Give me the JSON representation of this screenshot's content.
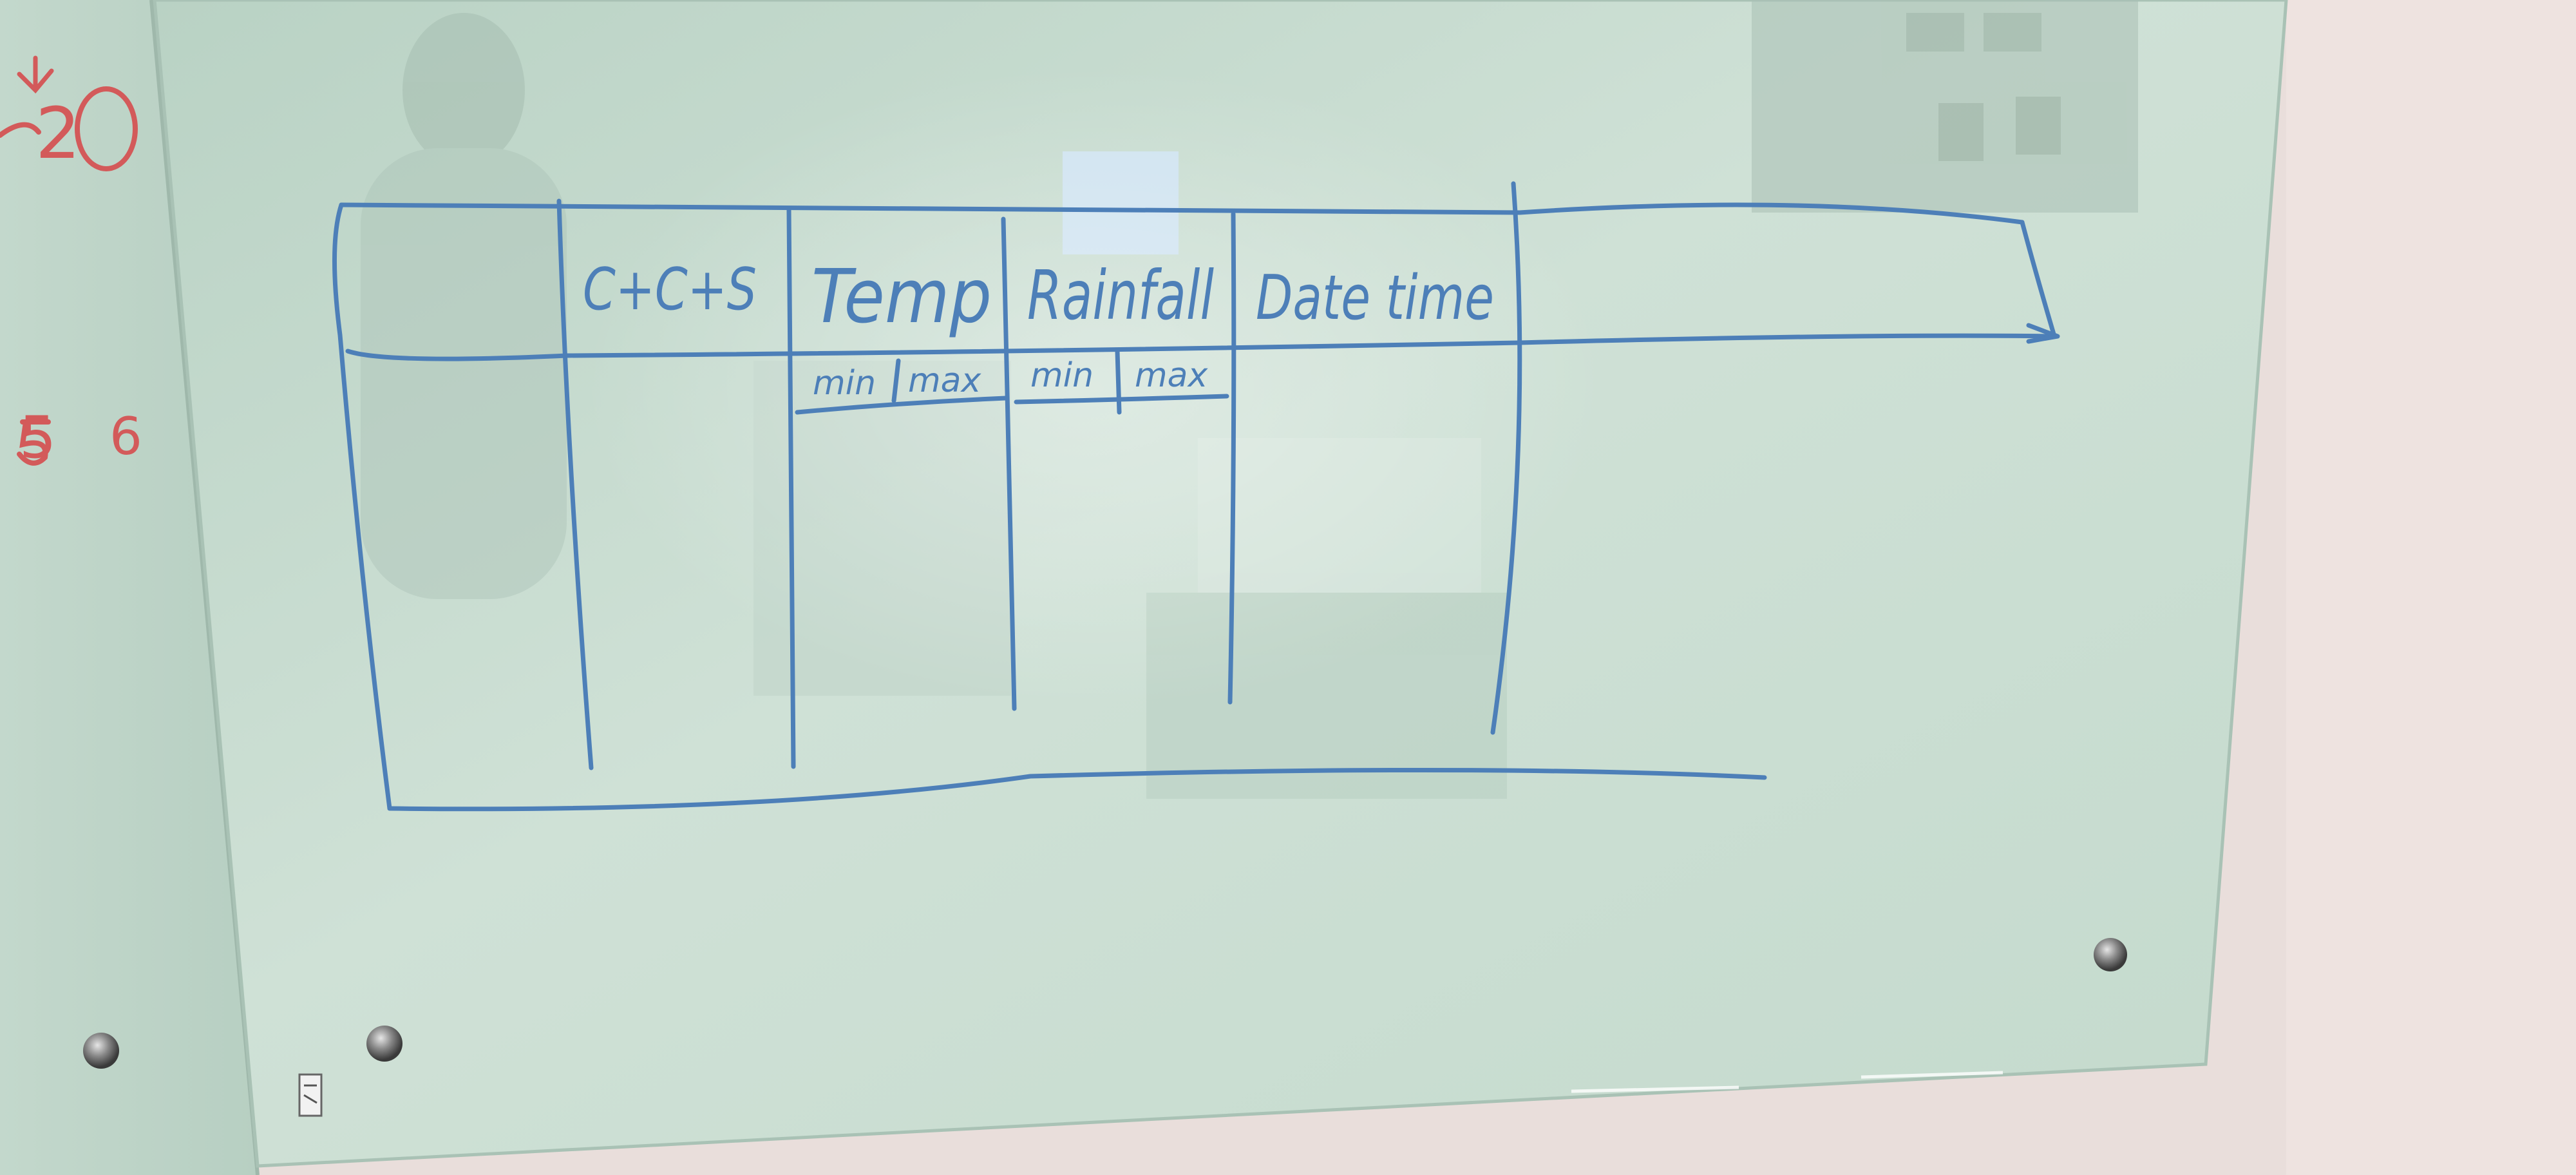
{
  "whiteboard": {
    "table": {
      "headers": [
        "C+C+S",
        "Temp",
        "Rainfall",
        "Date time"
      ],
      "subheaders": {
        "temp": [
          "min",
          "max"
        ],
        "rainfall": [
          "min",
          "max"
        ]
      }
    },
    "left_panel_marks": [
      "2",
      "5",
      "6"
    ]
  },
  "colors": {
    "wall": "#e8dcd9",
    "glass": "#c9ddd2",
    "marker_blue": "#4d7fb8",
    "marker_red": "#d35a5a",
    "standoff": "#7c7c7c"
  }
}
